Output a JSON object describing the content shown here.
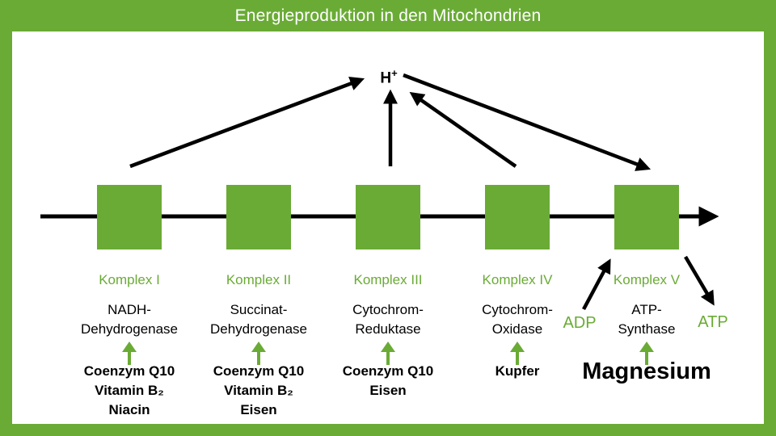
{
  "title": "Energieproduktion in den Mitochondrien",
  "colors": {
    "green": "#6aab35",
    "black": "#000000",
    "white": "#ffffff"
  },
  "hplus": {
    "base": "H",
    "sup": "+"
  },
  "labels": {
    "adp": "ADP",
    "atp": "ATP"
  },
  "columns": [
    {
      "komplex": "Komplex I",
      "enzyme": [
        "NADH-",
        "Dehydrogenase"
      ],
      "nutrients": [
        "Coenzym Q10",
        "Vitamin B₂",
        "Niacin"
      ],
      "emphasis": false
    },
    {
      "komplex": "Komplex II",
      "enzyme": [
        "Succinat-",
        "Dehydrogenase"
      ],
      "nutrients": [
        "Coenzym Q10",
        "Vitamin B₂",
        "Eisen"
      ],
      "emphasis": false
    },
    {
      "komplex": "Komplex III",
      "enzyme": [
        "Cytochrom-",
        "Reduktase"
      ],
      "nutrients": [
        "Coenzym Q10",
        "Eisen"
      ],
      "emphasis": false
    },
    {
      "komplex": "Komplex IV",
      "enzyme": [
        "Cytochrom-",
        "Oxidase"
      ],
      "nutrients": [
        "Kupfer"
      ],
      "emphasis": false
    },
    {
      "komplex": "Komplex V",
      "enzyme": [
        "ATP-",
        "Synthase"
      ],
      "nutrients": [
        "Magnesium"
      ],
      "emphasis": true
    }
  ]
}
